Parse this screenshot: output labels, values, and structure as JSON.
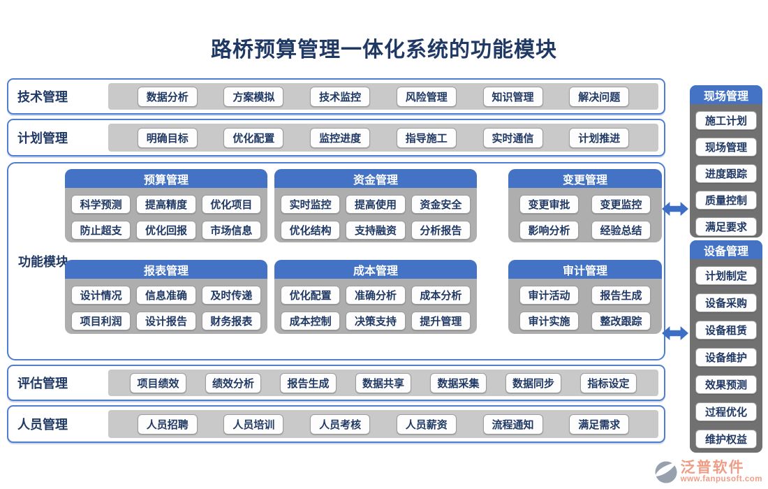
{
  "title": "路桥预算管理一体化系统的功能模块",
  "bands": [
    {
      "label": "技术管理",
      "items": [
        "数据分析",
        "方案模拟",
        "技术监控",
        "风险管理",
        "知识管理",
        "解决问题"
      ]
    },
    {
      "label": "计划管理",
      "items": [
        "明确目标",
        "优化配置",
        "监控进度",
        "指导施工",
        "实时通信",
        "计划推进"
      ]
    },
    {
      "label": "评估管理",
      "items": [
        "项目绩效",
        "绩效分析",
        "报告生成",
        "数据共享",
        "数据采集",
        "数据同步",
        "指标设定"
      ]
    },
    {
      "label": "人员管理",
      "items": [
        "人员招聘",
        "人员培训",
        "人员考核",
        "人员薪资",
        "流程通知",
        "满足需求"
      ]
    }
  ],
  "function_section": {
    "label": "功能模块",
    "modules": [
      {
        "title": "预算管理",
        "items": [
          "科学预测",
          "提高精度",
          "优化项目",
          "防止超支",
          "优化回报",
          "市场信息"
        ]
      },
      {
        "title": "资金管理",
        "items": [
          "实时监控",
          "提高使用",
          "资金安全",
          "优化结构",
          "支持融资",
          "分析报告"
        ]
      },
      {
        "title": "变更管理",
        "items": [
          "变更审批",
          "变更监控",
          "影响分析",
          "经验总结"
        ]
      },
      {
        "title": "报表管理",
        "items": [
          "设计情况",
          "信息准确",
          "及时传递",
          "项目利润",
          "设计报告",
          "财务报表"
        ]
      },
      {
        "title": "成本管理",
        "items": [
          "优化配置",
          "准确分析",
          "成本分析",
          "成本控制",
          "决策支持",
          "提升管理"
        ]
      },
      {
        "title": "审计管理",
        "items": [
          "审计活动",
          "报告生成",
          "审计实施",
          "整改跟踪"
        ]
      }
    ]
  },
  "side_panels": [
    {
      "title": "现场管理",
      "items": [
        "施工计划",
        "现场管理",
        "进度跟踪",
        "质量控制",
        "满足要求"
      ]
    },
    {
      "title": "设备管理",
      "items": [
        "计划制定",
        "设备采购",
        "设备租赁",
        "设备维护",
        "效果预测",
        "过程优化",
        "维护权益"
      ]
    }
  ],
  "logo": {
    "name": "泛普软件",
    "url": "www.fanpusoft.com"
  },
  "colors": {
    "accent_blue": "#4472C4",
    "border_blue": "#4E7DD1",
    "navy_text": "#1F3864",
    "band_gray": "#C9C9C9",
    "module_gray": "#AEAEAE",
    "side_gray": "#717171",
    "arrow_blue": "#3D6EC6",
    "logo_salmon": "#EE9D87"
  }
}
